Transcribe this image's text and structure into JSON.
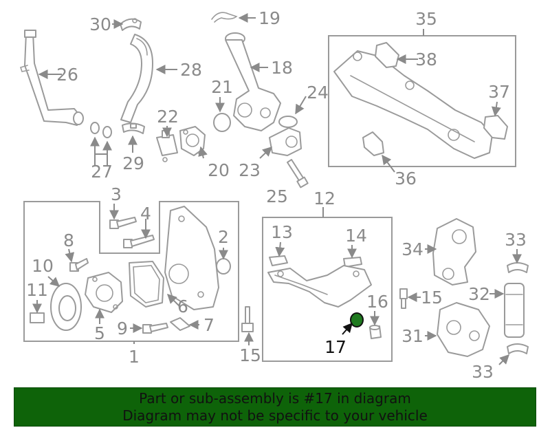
{
  "diagram": {
    "highlight_color": "#1f7a1f",
    "callouts": {
      "n1": "1",
      "n2": "2",
      "n3": "3",
      "n4": "4",
      "n5": "5",
      "n6": "6",
      "n7": "7",
      "n8": "8",
      "n9": "9",
      "n10": "10",
      "n11": "11",
      "n12": "12",
      "n13": "13",
      "n14": "14",
      "n15a": "15",
      "n15b": "15",
      "n16": "16",
      "n17": "17",
      "n18": "18",
      "n19": "19",
      "n20": "20",
      "n21": "21",
      "n22": "22",
      "n23": "23",
      "n24": "24",
      "n25": "25",
      "n26": "26",
      "n27": "27",
      "n28": "28",
      "n29": "29",
      "n30": "30",
      "n31": "31",
      "n32": "32",
      "n33a": "33",
      "n33b": "33",
      "n34": "34",
      "n35": "35",
      "n36": "36",
      "n37": "37",
      "n38": "38"
    }
  },
  "banner": {
    "background": "#0e6309",
    "line1": "Part or sub-assembly is #17 in diagram",
    "line2": "Diagram may not be specific to your vehicle"
  }
}
